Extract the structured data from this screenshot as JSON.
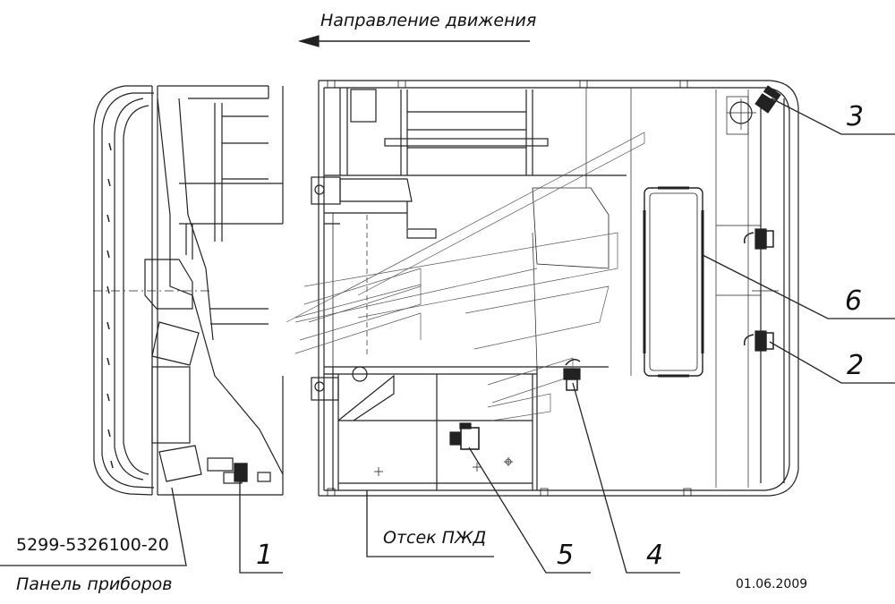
{
  "title": "Направление движения",
  "callouts": {
    "c1": "1",
    "c2": "2",
    "c3": "3",
    "c4": "4",
    "c5": "5",
    "c6": "6"
  },
  "part_number": "5299-5326100-20",
  "instrument_panel_label": "Панель приборов",
  "compartment_label": "Отсек ПЖД",
  "date": "01.06.2009"
}
